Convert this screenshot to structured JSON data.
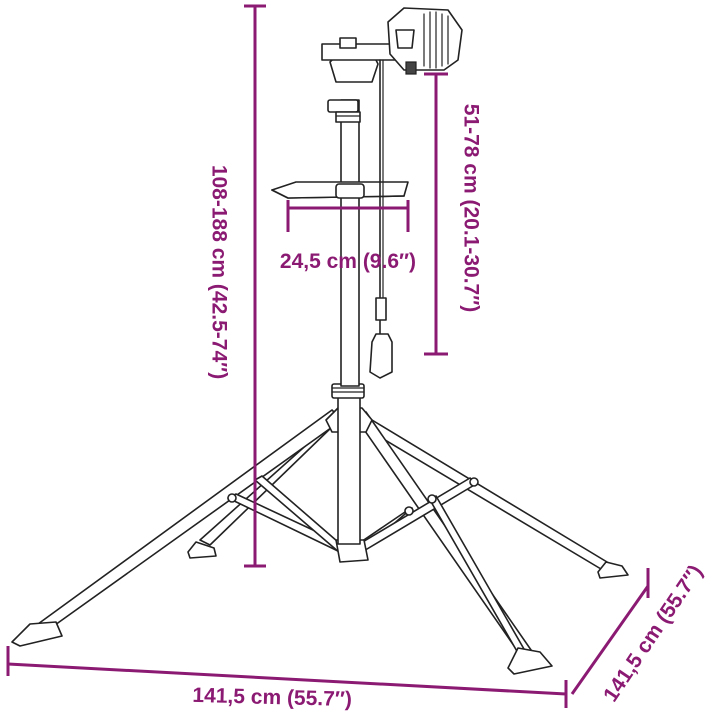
{
  "diagram": {
    "colors": {
      "dimension": "#8b1a73",
      "outline": "#222222",
      "background": "#ffffff"
    },
    "dimensions": {
      "total_height": "108-188 cm (42.5-74″)",
      "clamp_height": "51-78 cm (20.1-30.7″)",
      "tray_width": "24,5 cm (9.6″)",
      "base_front_width": "141,5 cm (55.7″)",
      "base_side_depth": "141,5 cm (55.7″)"
    }
  }
}
